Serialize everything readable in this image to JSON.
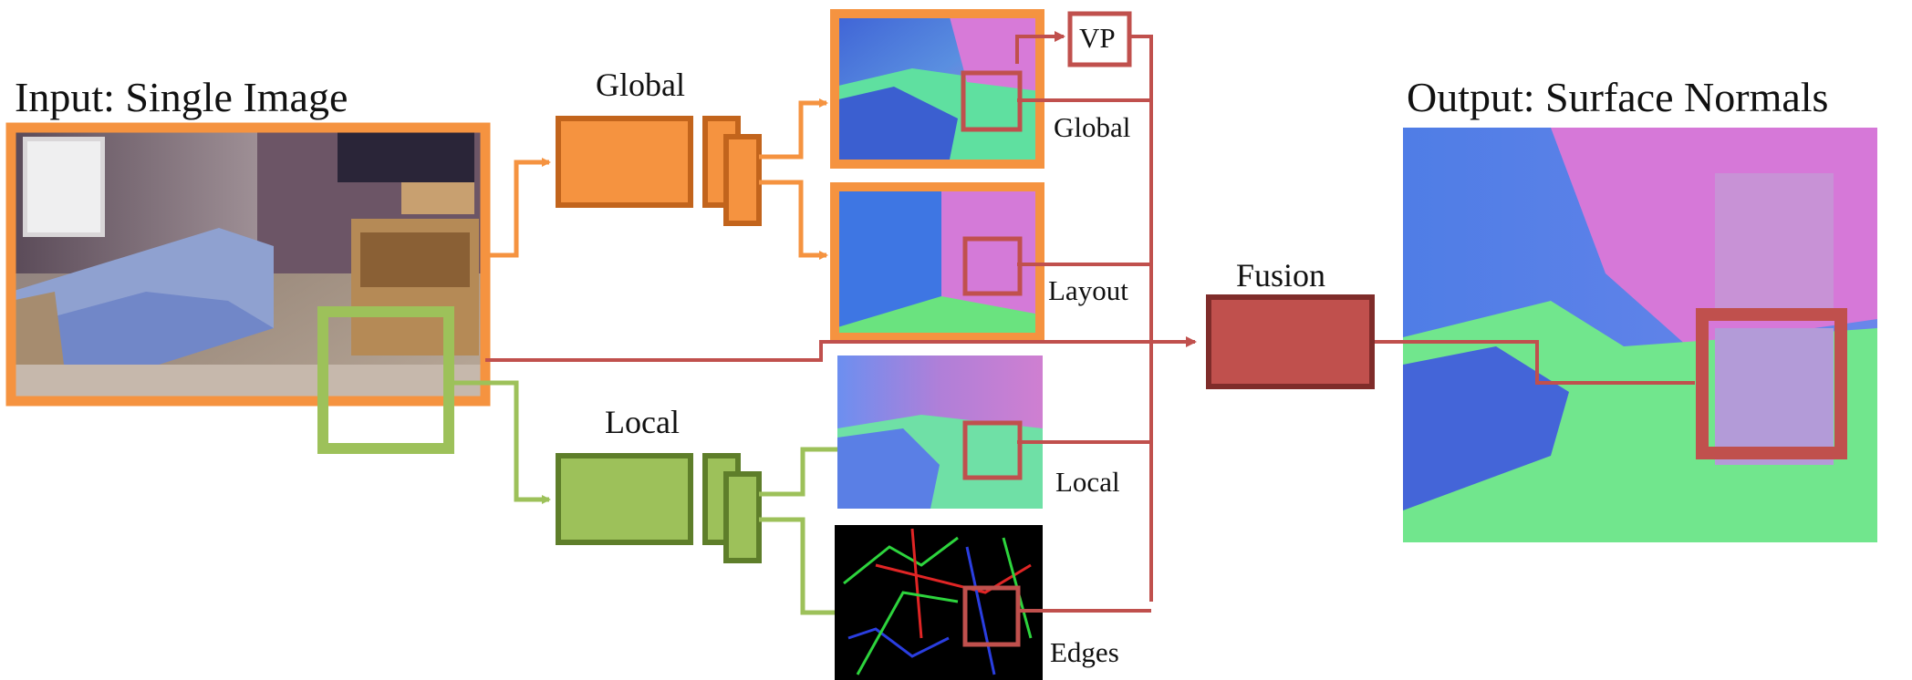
{
  "labels": {
    "input_title": "Input: Single Image",
    "output_title": "Output: Surface Normals",
    "global_net": "Global",
    "local_net": "Local",
    "fusion": "Fusion",
    "vp": "VP",
    "global_map": "Global",
    "layout_map": "Layout",
    "local_map": "Local",
    "edges_map": "Edges"
  },
  "colors": {
    "orange": "#F59340",
    "orange_dark": "#C2641C",
    "green": "#9DC15A",
    "green_dark": "#5E7E2A",
    "red": "#C0504D",
    "red_dark": "#7F2C2A"
  }
}
